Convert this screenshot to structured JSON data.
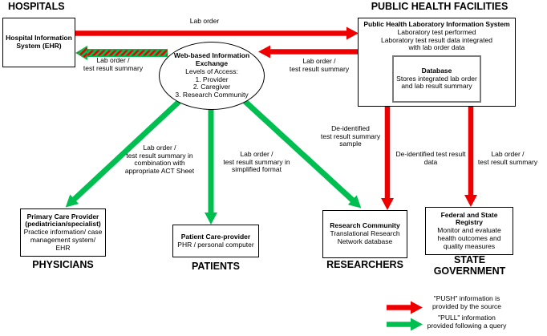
{
  "headings": {
    "hospitals": "HOSPITALS",
    "public_health": "PUBLIC HEALTH FACILITIES",
    "physicians": "PHYSICIANS",
    "patients": "PATIENTS",
    "researchers": "RESEARCHERS",
    "state_government": "STATE\nGOVERNMENT"
  },
  "nodes": {
    "hospital": {
      "title": "Hospital Information\nSystem (EHR)"
    },
    "phlis": {
      "title": "Public Health Laboratory Information System",
      "body": "Laboratory test performed\nLaboratory test result data integrated\nwith lab order data"
    },
    "database": {
      "title": "Database",
      "body": "Stores integrated lab order\nand lab result summary"
    },
    "exchange": {
      "title": "Web-based Information\nExchange",
      "body": "Levels of Access:\n1. Provider\n2. Caregiver\n3. Research Community"
    },
    "primary_care": {
      "title": "Primary Care Provider\n(pediatrician/specialist)",
      "body": "Practice information/ case\nmanagement system/\nEHR"
    },
    "patient": {
      "title": "Patient Care-provider",
      "body": "PHR / personal computer"
    },
    "research": {
      "title": "Research Community",
      "body": "Translational Research\nNetwork database"
    },
    "registry": {
      "title": "Federal and State\nRegistry",
      "body": "Monitor and evaluate\nhealth outcomes and\nquality measures"
    }
  },
  "edge_labels": {
    "lab_order": "Lab order",
    "exchange_to_hospital": "Lab order /\ntest result summary",
    "phlis_to_exchange": "Lab order /\ntest result summary",
    "exchange_to_physicians": "Lab order /\ntest result summary in\ncombination with\nappropriate ACT Sheet",
    "exchange_to_patients": "Lab order /\ntest result summary in\nsimplified format",
    "exchange_to_research": "De-identified\ntest result summary\nsample",
    "phlis_to_research": "De-identified test result\ndata",
    "phlis_to_registry": "Lab order /\ntest result summary"
  },
  "legend": {
    "push": "\"PUSH\" information is\nprovided by the source",
    "pull": "\"PULL\" information\nprovided following a query"
  },
  "colors": {
    "push": "#ee0000",
    "pull": "#00bf50"
  }
}
